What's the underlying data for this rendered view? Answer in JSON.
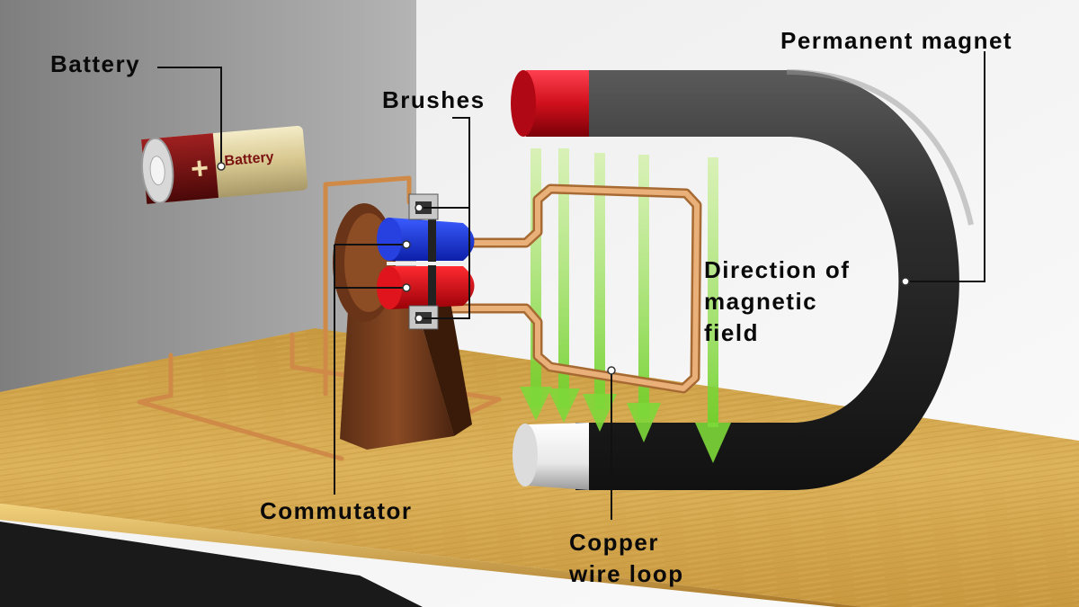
{
  "labels": {
    "battery": "Battery",
    "brushes": "Brushes",
    "permanent_magnet": "Permanent magnet",
    "direction_field": [
      "Direction of",
      "magnetic",
      "field"
    ],
    "commutator": "Commutator",
    "copper_loop": [
      "Copper",
      "wire loop"
    ]
  },
  "battery_body": {
    "text": "Battery",
    "terminal": "+"
  },
  "colors": {
    "left_wall": "#9a9a9a",
    "back_wall": "#f4f4f4",
    "table": "#d2a74e",
    "magnet_body": "#2a2a2a",
    "north_pole": "#d0101c",
    "south_pole": "#f2f2f2",
    "commutator_top": "#1530d8",
    "commutator_bottom": "#d8101a",
    "copper": "#e0a060",
    "field_arrows": "#8fe04a",
    "battery_red": "#7a1212",
    "battery_tan": "#ddd0a0"
  }
}
